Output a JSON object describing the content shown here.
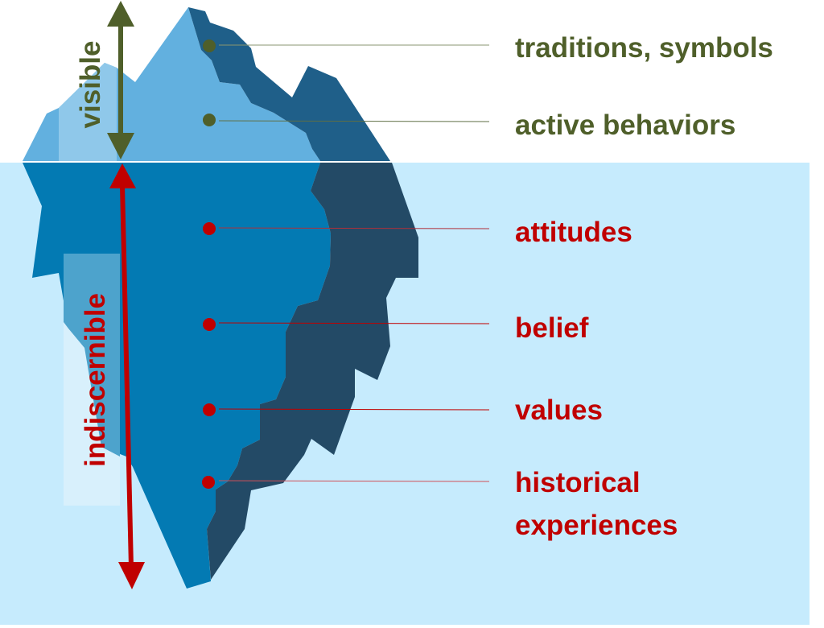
{
  "colors": {
    "visible": "#4F5F2A",
    "hidden": "#C00000",
    "water": "#C6EBFD"
  },
  "axis": {
    "visible": "visible",
    "hidden": "indiscernible"
  },
  "visible_items": [
    {
      "label": "traditions, symbols"
    },
    {
      "label": "active behaviors"
    }
  ],
  "hidden_items": [
    {
      "label": "attitudes"
    },
    {
      "label": "belief"
    },
    {
      "label": "values"
    },
    {
      "label_line1": "historical",
      "label_line2": "experiences"
    }
  ]
}
